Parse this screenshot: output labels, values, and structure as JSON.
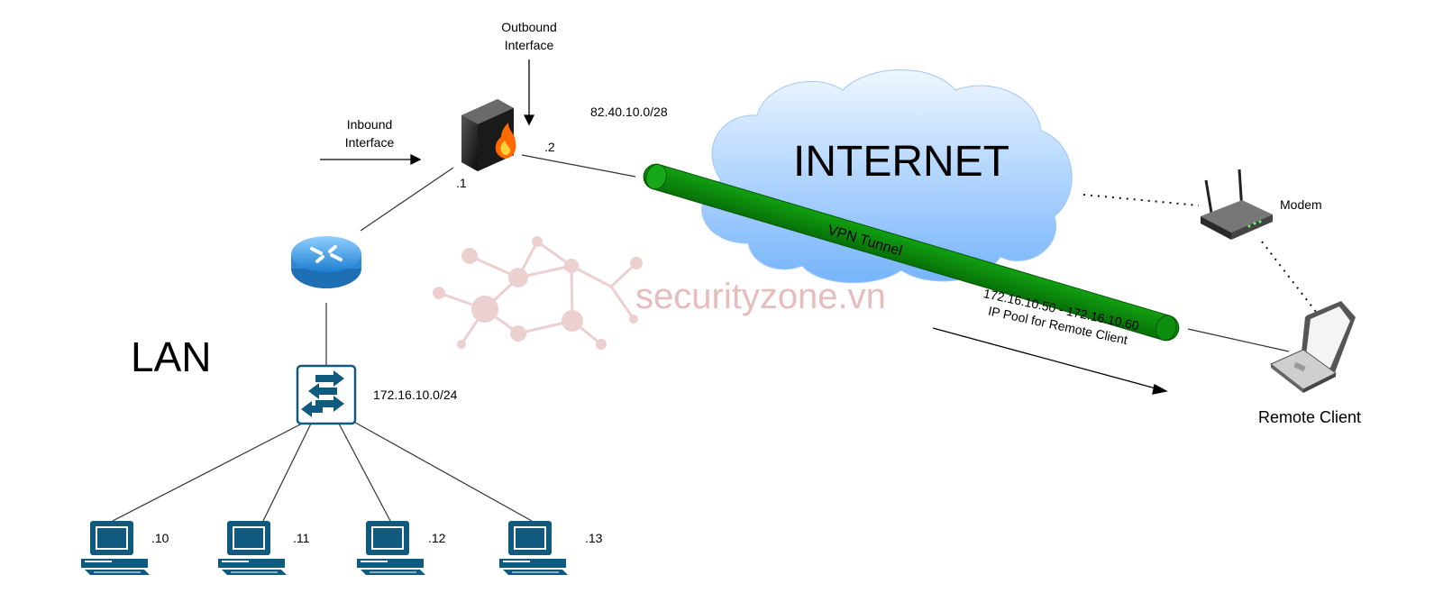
{
  "labels": {
    "outbound_line1": "Outbound",
    "outbound_line2": "Interface",
    "inbound_line1": "Inbound",
    "inbound_line2": "Interface",
    "wan_subnet": "82.40.10.0/28",
    "fw_wan_ip": ".2",
    "fw_lan_ip": ".1",
    "internet": "INTERNET",
    "vpn_tunnel": "VPN Tunnel",
    "modem": "Modem",
    "ip_pool_range": "172.16.10.50 - 172.16.10.60",
    "ip_pool_desc": "IP Pool for Remote Client",
    "remote_client": "Remote Client",
    "lan": "LAN",
    "lan_subnet": "172.16.10.0/24",
    "watermark": "securityzone.vn",
    "pc_ips": [
      ".10",
      ".11",
      ".12",
      ".13"
    ]
  },
  "colors": {
    "tunnel": "#0a8a0a",
    "tunnel_dark": "#066b06",
    "cloud_top": "#e6f2ff",
    "cloud_bottom": "#7ab8ff",
    "device_blue": "#10597f",
    "router_blue": "#3fa0e8",
    "watermark": "#e8b8b8"
  },
  "icons": {
    "firewall": "firewall-icon",
    "router": "router-icon",
    "switch": "switch-icon",
    "pc": "desktop-pc-icon",
    "modem": "wireless-modem-icon",
    "laptop": "laptop-icon",
    "cloud": "cloud-icon"
  }
}
